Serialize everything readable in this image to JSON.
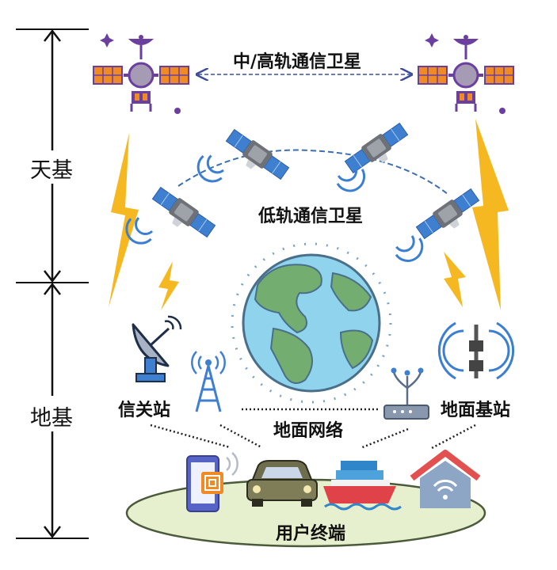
{
  "labels": {
    "heo_satellites": "中/高轨通信卫星",
    "leo_satellites": "低轨通信卫星",
    "space_segment": "天基",
    "ground_segment": "地基",
    "gateway": "信关站",
    "ground_base_station": "地面基站",
    "ground_network": "地面网络",
    "user_terminals": "用户终端"
  },
  "colors": {
    "satellite_purple": "#6b3f9e",
    "solar_orange": "#f08a24",
    "lightning_yellow": "#f5b820",
    "leo_blue": "#3f7fd0",
    "earth_ocean": "#8fd3ec",
    "earth_land": "#74ad70",
    "ground_ellipse": "#e6efce"
  },
  "icons": [
    "satellite-icon",
    "dish-antenna-icon",
    "radio-tower-icon",
    "router-icon",
    "cell-tower-icon",
    "smartphone-icon",
    "car-icon",
    "ship-icon",
    "smart-home-icon",
    "lightning-icon",
    "wifi-signal-icon",
    "globe-icon"
  ]
}
